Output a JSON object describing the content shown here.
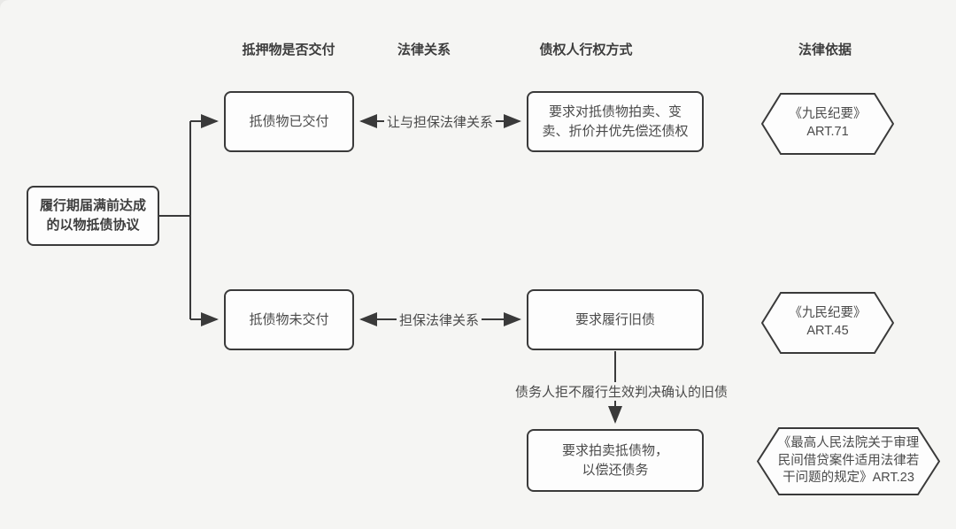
{
  "colors": {
    "background": "#f5f5f3",
    "node_fill": "#fdfdfd",
    "stroke": "#3a3a3a",
    "text": "#4a4a4a",
    "header_text": "#3d3d3d"
  },
  "headers": [
    {
      "label": "抵押物是否交付"
    },
    {
      "label": "法律关系"
    },
    {
      "label": "债权人行权方式"
    },
    {
      "label": "法律依据"
    }
  ],
  "nodes": {
    "root": {
      "text": "履行期届满前达成\n的以物抵债协议"
    },
    "delivered": {
      "text": "抵债物已交付"
    },
    "undelivered": {
      "text": "抵债物未交付"
    },
    "auction_priority": {
      "text": "要求对抵债物拍卖、变\n卖、折价并优先偿还债权"
    },
    "perform_old_debt": {
      "text": "要求履行旧债"
    },
    "auction_repay": {
      "text": "要求拍卖抵债物，\n以偿还债务"
    },
    "basis_art71": {
      "text": "《九民纪要》\nART.71"
    },
    "basis_art45": {
      "text": "《九民纪要》\nART.45"
    },
    "basis_art23": {
      "text": "《最高人民法院关于审理\n民间借贷案件适用法律若\n干问题的规定》ART.23"
    }
  },
  "edge_labels": {
    "transfer_guarantee": "让与担保法律关系",
    "guarantee": "担保法律关系",
    "refuse_perform": "债务人拒不履行生效判决确认的旧债"
  }
}
